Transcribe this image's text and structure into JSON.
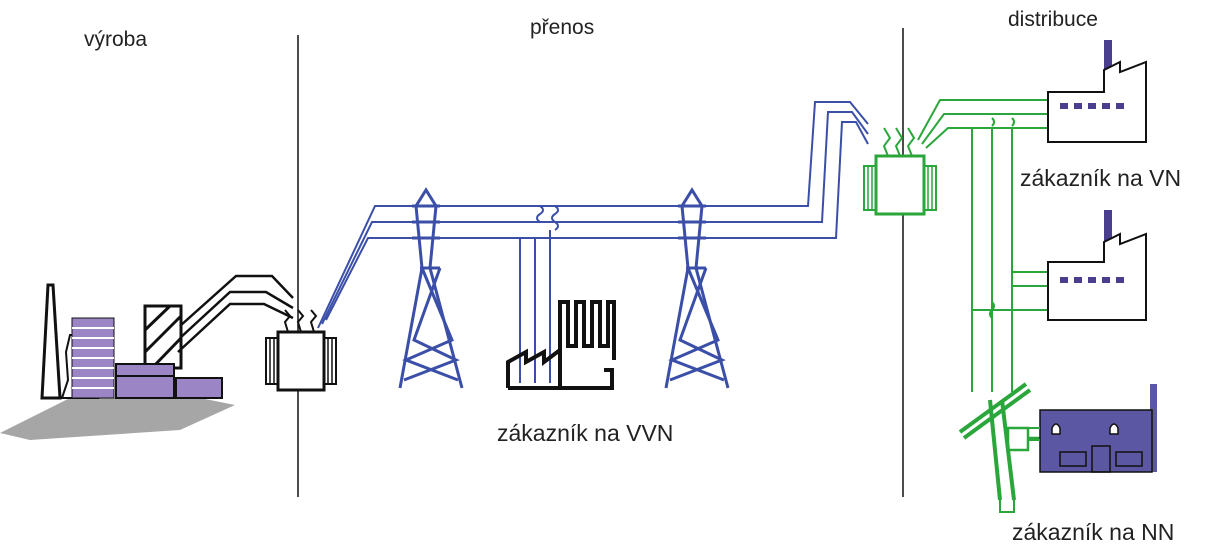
{
  "sections": {
    "generation": "výroba",
    "transmission": "přenos",
    "distribution": "distribuce"
  },
  "customers": {
    "vvn": "zákazník na VVN",
    "vn": "zákazník na VN",
    "nn": "zákazník na NN"
  },
  "colors": {
    "transmission_line": "#3b4fa8",
    "distribution_line": "#2aa63a",
    "generation_accent": "#9b85c4",
    "house_fill": "#5b57a3",
    "ground_shadow": "#a6a6a6",
    "outline": "#111111"
  }
}
